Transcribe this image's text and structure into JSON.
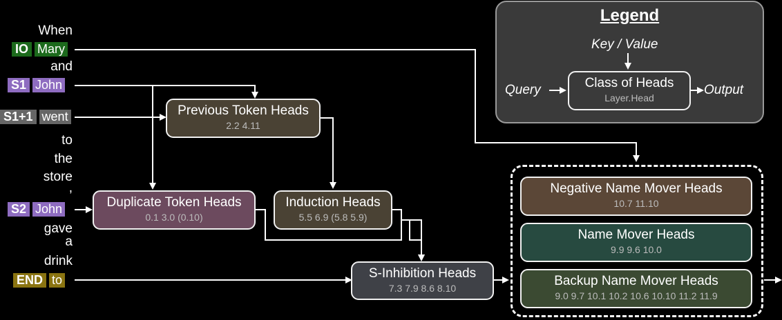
{
  "colors": {
    "io": "#1c6a1c",
    "s": "#8e6cc0",
    "s1p1": "#666666",
    "end": "#8a7411",
    "prev_token": "#4a4234",
    "duplicate": "#6c4a5e",
    "induction": "#4a4234",
    "s_inhibition": "#3f4147",
    "negative_name_mover": "#5b4737",
    "name_mover": "#274a40",
    "backup_name_mover": "#3b4a32",
    "legend_bg": "#3a3a3a"
  },
  "sentence": {
    "when": "When",
    "io_tag": "IO",
    "io_token": "Mary",
    "and": "and",
    "s1_tag": "S1",
    "s1_token": "John",
    "s1p1_tag": "S1+1",
    "s1p1_token": "went",
    "to": "to",
    "the": "the",
    "store": "store",
    "comma": ",",
    "s2_tag": "S2",
    "s2_token": "John",
    "gave": "gave",
    "a": "a",
    "drink": "drink",
    "end_tag": "END",
    "end_token": "to"
  },
  "boxes": {
    "previous_token": {
      "title": "Previous Token Heads",
      "heads": "2.2   4.11"
    },
    "duplicate_token": {
      "title": "Duplicate Token Heads",
      "heads": "0.1   3.0   (0.10)"
    },
    "induction": {
      "title": "Induction Heads",
      "heads": "5.5   6.9  (5.8  5.9)"
    },
    "s_inhibition": {
      "title": "S-Inhibition Heads",
      "heads": "7.3  7.9  8.6   8.10"
    },
    "negative_name_mover": {
      "title": "Negative Name Mover Heads",
      "heads": "10.7  11.10"
    },
    "name_mover": {
      "title": "Name Mover Heads",
      "heads": "9.9   9.6   10.0"
    },
    "backup_name_mover": {
      "title": "Backup Name Mover Heads",
      "heads": "9.0  9.7  10.1  10.2  10.6  10.10  11.2  11.9"
    }
  },
  "legend": {
    "title": "Legend",
    "key_value": "Key / Value",
    "query": "Query",
    "output": "Output",
    "class_of_heads": "Class of Heads",
    "layer_head": "Layer.Head"
  }
}
